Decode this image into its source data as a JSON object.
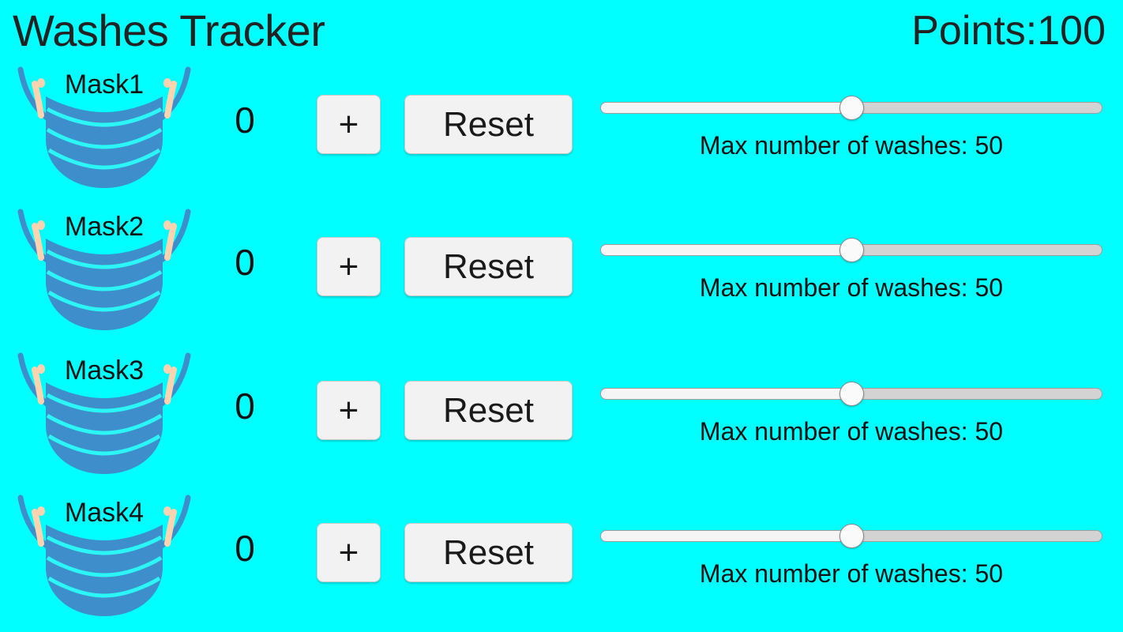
{
  "header": {
    "title": "Washes Tracker",
    "points_label": "Points:",
    "points_value": "100"
  },
  "colors": {
    "background": "#00FFFF",
    "mask_body": "#3E8ECC",
    "mask_strap": "#3E8ECC",
    "mask_ear": "#FFD2B0",
    "text": "#111111",
    "button_face": "#F2F2F2",
    "button_border": "#C8C8C8",
    "slider_track": "#D3D3D3",
    "slider_fill": "#F5F5F5",
    "slider_thumb": "#FAFAFA"
  },
  "common": {
    "increment_label": "+",
    "reset_label": "Reset",
    "slider_caption_prefix": "Max number of washes: ",
    "mask_icon_name": "face-mask-icon"
  },
  "rows": [
    {
      "mask_label": "Mask1",
      "count": "0",
      "increment_label": "+",
      "reset_label": "Reset",
      "slider_caption": "Max number of washes: 50",
      "slider_value": "50",
      "slider_min": "0",
      "slider_max": "100"
    },
    {
      "mask_label": "Mask2",
      "count": "0",
      "increment_label": "+",
      "reset_label": "Reset",
      "slider_caption": "Max number of washes: 50",
      "slider_value": "50",
      "slider_min": "0",
      "slider_max": "100"
    },
    {
      "mask_label": "Mask3",
      "count": "0",
      "increment_label": "+",
      "reset_label": "Reset",
      "slider_caption": "Max number of washes: 50",
      "slider_value": "50",
      "slider_min": "0",
      "slider_max": "100"
    },
    {
      "mask_label": "Mask4",
      "count": "0",
      "increment_label": "+",
      "reset_label": "Reset",
      "slider_caption": "Max number of washes: 50",
      "slider_value": "50",
      "slider_min": "0",
      "slider_max": "100"
    }
  ]
}
